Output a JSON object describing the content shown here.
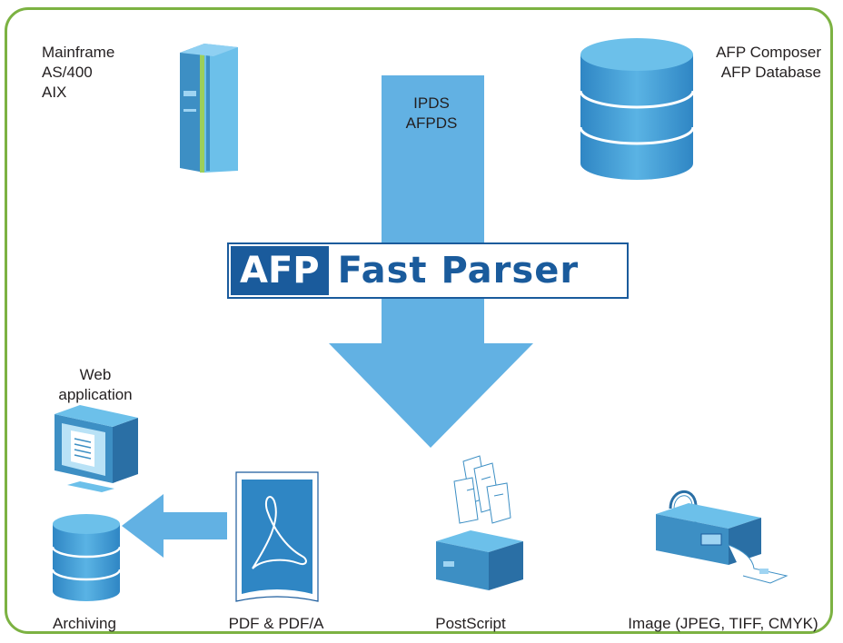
{
  "sources": {
    "mainframe_lines": [
      "Mainframe",
      "AS/400",
      "AIX"
    ],
    "composer_lines": [
      "AFP Composer",
      "AFP Database"
    ]
  },
  "flow": {
    "arrow_lines": [
      "IPDS",
      "AFPDS"
    ]
  },
  "banner": {
    "afp": "AFP",
    "rest": "Fast Parser"
  },
  "outputs": {
    "web_lines": [
      "Web",
      "application"
    ],
    "archiving": "Archiving",
    "pdf": "PDF & PDF/A",
    "postscript": "PostScript",
    "image": "Image (JPEG, TIFF, CMYK)"
  },
  "colors": {
    "border": "#7cb242",
    "arrow": "#62b1e3",
    "icon_blue": "#4aa3d6",
    "banner_blue": "#1a5b9c"
  },
  "icons": [
    "server-icon",
    "database-icon",
    "monitor-icon",
    "archive-database-icon",
    "pdf-document-icon",
    "printer-icon",
    "image-printer-icon"
  ]
}
